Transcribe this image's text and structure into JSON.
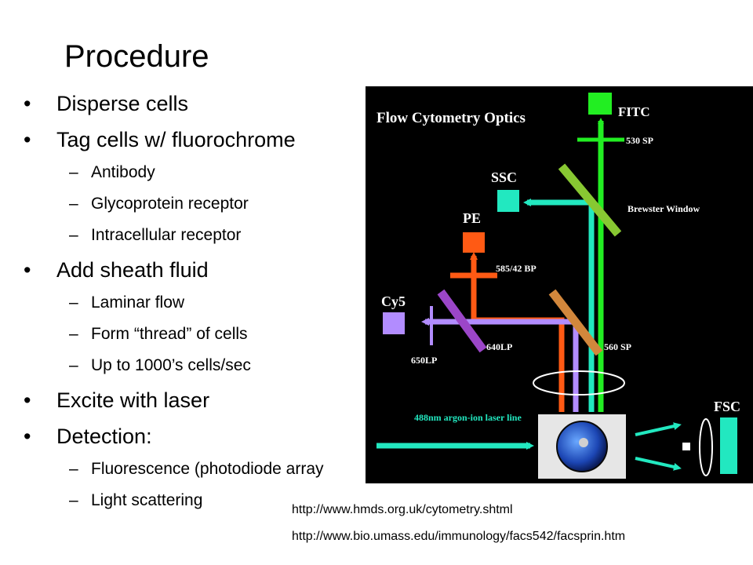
{
  "slide": {
    "title": "Procedure",
    "bullets": [
      {
        "text": "Disperse cells",
        "subs": []
      },
      {
        "text": "Tag cells w/ fluorochrome",
        "subs": [
          "Antibody",
          "Glycoprotein receptor",
          "Intracellular receptor"
        ]
      },
      {
        "text": "Add sheath fluid",
        "subs": [
          "Laminar flow",
          "Form “thread” of cells",
          "Up to 1000’s cells/sec"
        ]
      },
      {
        "text": "Excite with laser",
        "subs": []
      },
      {
        "text": "Detection:",
        "subs": [
          "Fluorescence (photodiode array",
          "Light scattering"
        ]
      }
    ],
    "links": [
      "http://www.hmds.org.uk/cytometry.shtml",
      "http://www.bio.umass.edu/immunology/facs542/facsprin.htm"
    ]
  },
  "diagram": {
    "title": "Flow Cytometry Optics",
    "detectors": {
      "fitc": "FITC",
      "ssc": "SSC",
      "pe": "PE",
      "cy5": "Cy5",
      "fsc": "FSC"
    },
    "filters": {
      "f530": "530 SP",
      "f585": "585/42 BP",
      "f640": "640LP",
      "f650": "650LP",
      "f560": "560 SP",
      "brewster": "Brewster Window"
    },
    "laser": "488nm argon-ion laser line",
    "colors": {
      "green": "#22ee22",
      "cyan": "#22e8c0",
      "orange": "#ff5a14",
      "purple": "#b28cff",
      "olive": "#88c832",
      "tan": "#d2873c",
      "violet": "#9b46c8"
    }
  }
}
